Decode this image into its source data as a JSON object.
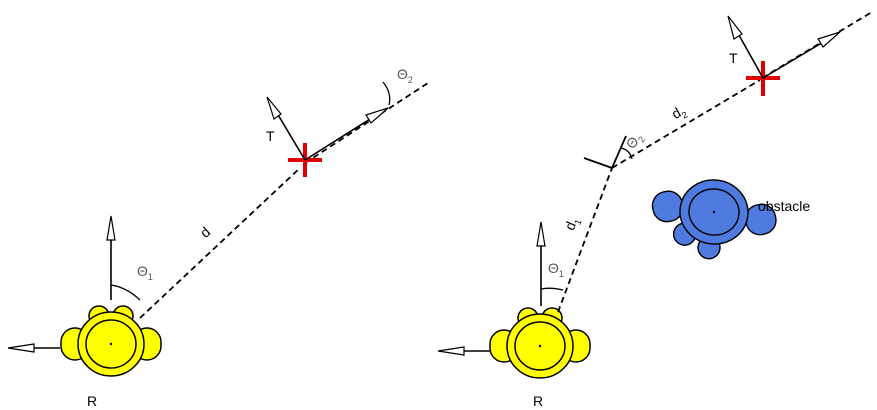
{
  "left_panel": {
    "robot_label": "R",
    "target_label": "T",
    "distance_label": "d",
    "angle1": {
      "symbol": "Θ",
      "sub": "1"
    },
    "angle2": {
      "symbol": "Θ",
      "sub": "2"
    }
  },
  "right_panel": {
    "robot_label": "R",
    "target_label": "T",
    "distance1": {
      "symbol": "d",
      "sub": "1"
    },
    "distance2": {
      "symbol": "d",
      "sub": "2"
    },
    "angle1": {
      "symbol": "Θ",
      "sub": "1"
    },
    "angle2": {
      "symbol": "Θ",
      "sub": "2"
    },
    "obstacle_label": "obstacle"
  },
  "colors": {
    "robot_fill": "#ffff00",
    "obstacle_fill": "#4f7be0",
    "target_cross": "#e00000",
    "lines": "#000000",
    "angle_text": "#555555"
  }
}
